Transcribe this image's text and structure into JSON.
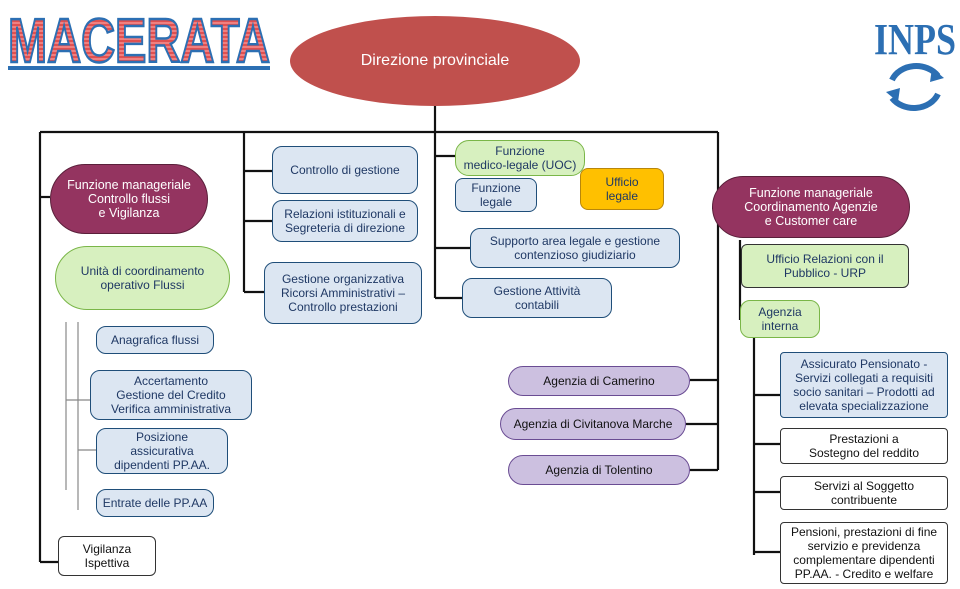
{
  "header": {
    "city_logo_text": "MACERATA",
    "inps_logo_text": "INPS",
    "root": "Direzione provinciale"
  },
  "left_column": {
    "title": "Funzione manageriale\nControllo flussi\ne Vigilanza",
    "coord_unit": "Unità di coordinamento\noperativo Flussi",
    "anagrafica": "Anagrafica flussi",
    "accertamento": "Accertamento\nGestione del Credito\nVerifica amministrativa",
    "posizione": "Posizione\nassicurativa\ndipendenti PP.AA.",
    "entrate": "Entrate delle PP.AA",
    "vigilanza": "Vigilanza\nIspettiva"
  },
  "center_left": {
    "controllo": "Controllo di gestione",
    "relazioni": "Relazioni istituzionali e\nSegreteria di direzione",
    "gestione_org": "Gestione organizzativa\nRicorsi Amministrativi –\nControllo prestazioni"
  },
  "center": {
    "uoc": "Funzione\nmedico-legale (UOC)",
    "funzione_legale": "Funzione\nlegale",
    "ufficio_legale": "Ufficio\nlegale",
    "supporto": "Supporto area legale e gestione\ncontenzioso giudiziario",
    "attivita": "Gestione Attività\ncontabili",
    "agenzie": [
      "Agenzia di Camerino",
      "Agenzia di  Civitanova Marche",
      "Agenzia di Tolentino"
    ]
  },
  "right_column": {
    "title": "Funzione manageriale\nCoordinamento Agenzie\ne Customer care",
    "urp": "Ufficio Relazioni con il\nPubblico - URP",
    "agenzia_interna": "Agenzia\ninterna",
    "assicurato": "Assicurato Pensionato -\nServizi collegati a requisiti\nsocio sanitari – Prodotti ad\nelevata specializzazione",
    "prestazioni": "Prestazioni a\nSostegno del reddito",
    "servizi": "Servizi al Soggetto\ncontribuente",
    "pensioni": "Pensioni, prestazioni di fine\nservizio e previdenza\ncomplementare dipendenti\nPP.AA. - Credito e welfare"
  },
  "colors": {
    "root_fill": "#c0504d",
    "manager_fill": "#943460",
    "light_green": "#d7f0bf",
    "light_blue": "#dce6f2",
    "light_purple": "#ccc0e0",
    "orange": "#ffc000",
    "green_border": "#7ab648",
    "blue_border": "#1f4e79",
    "logo_blue": "#2c6fb3",
    "logo_red": "#e05050"
  }
}
